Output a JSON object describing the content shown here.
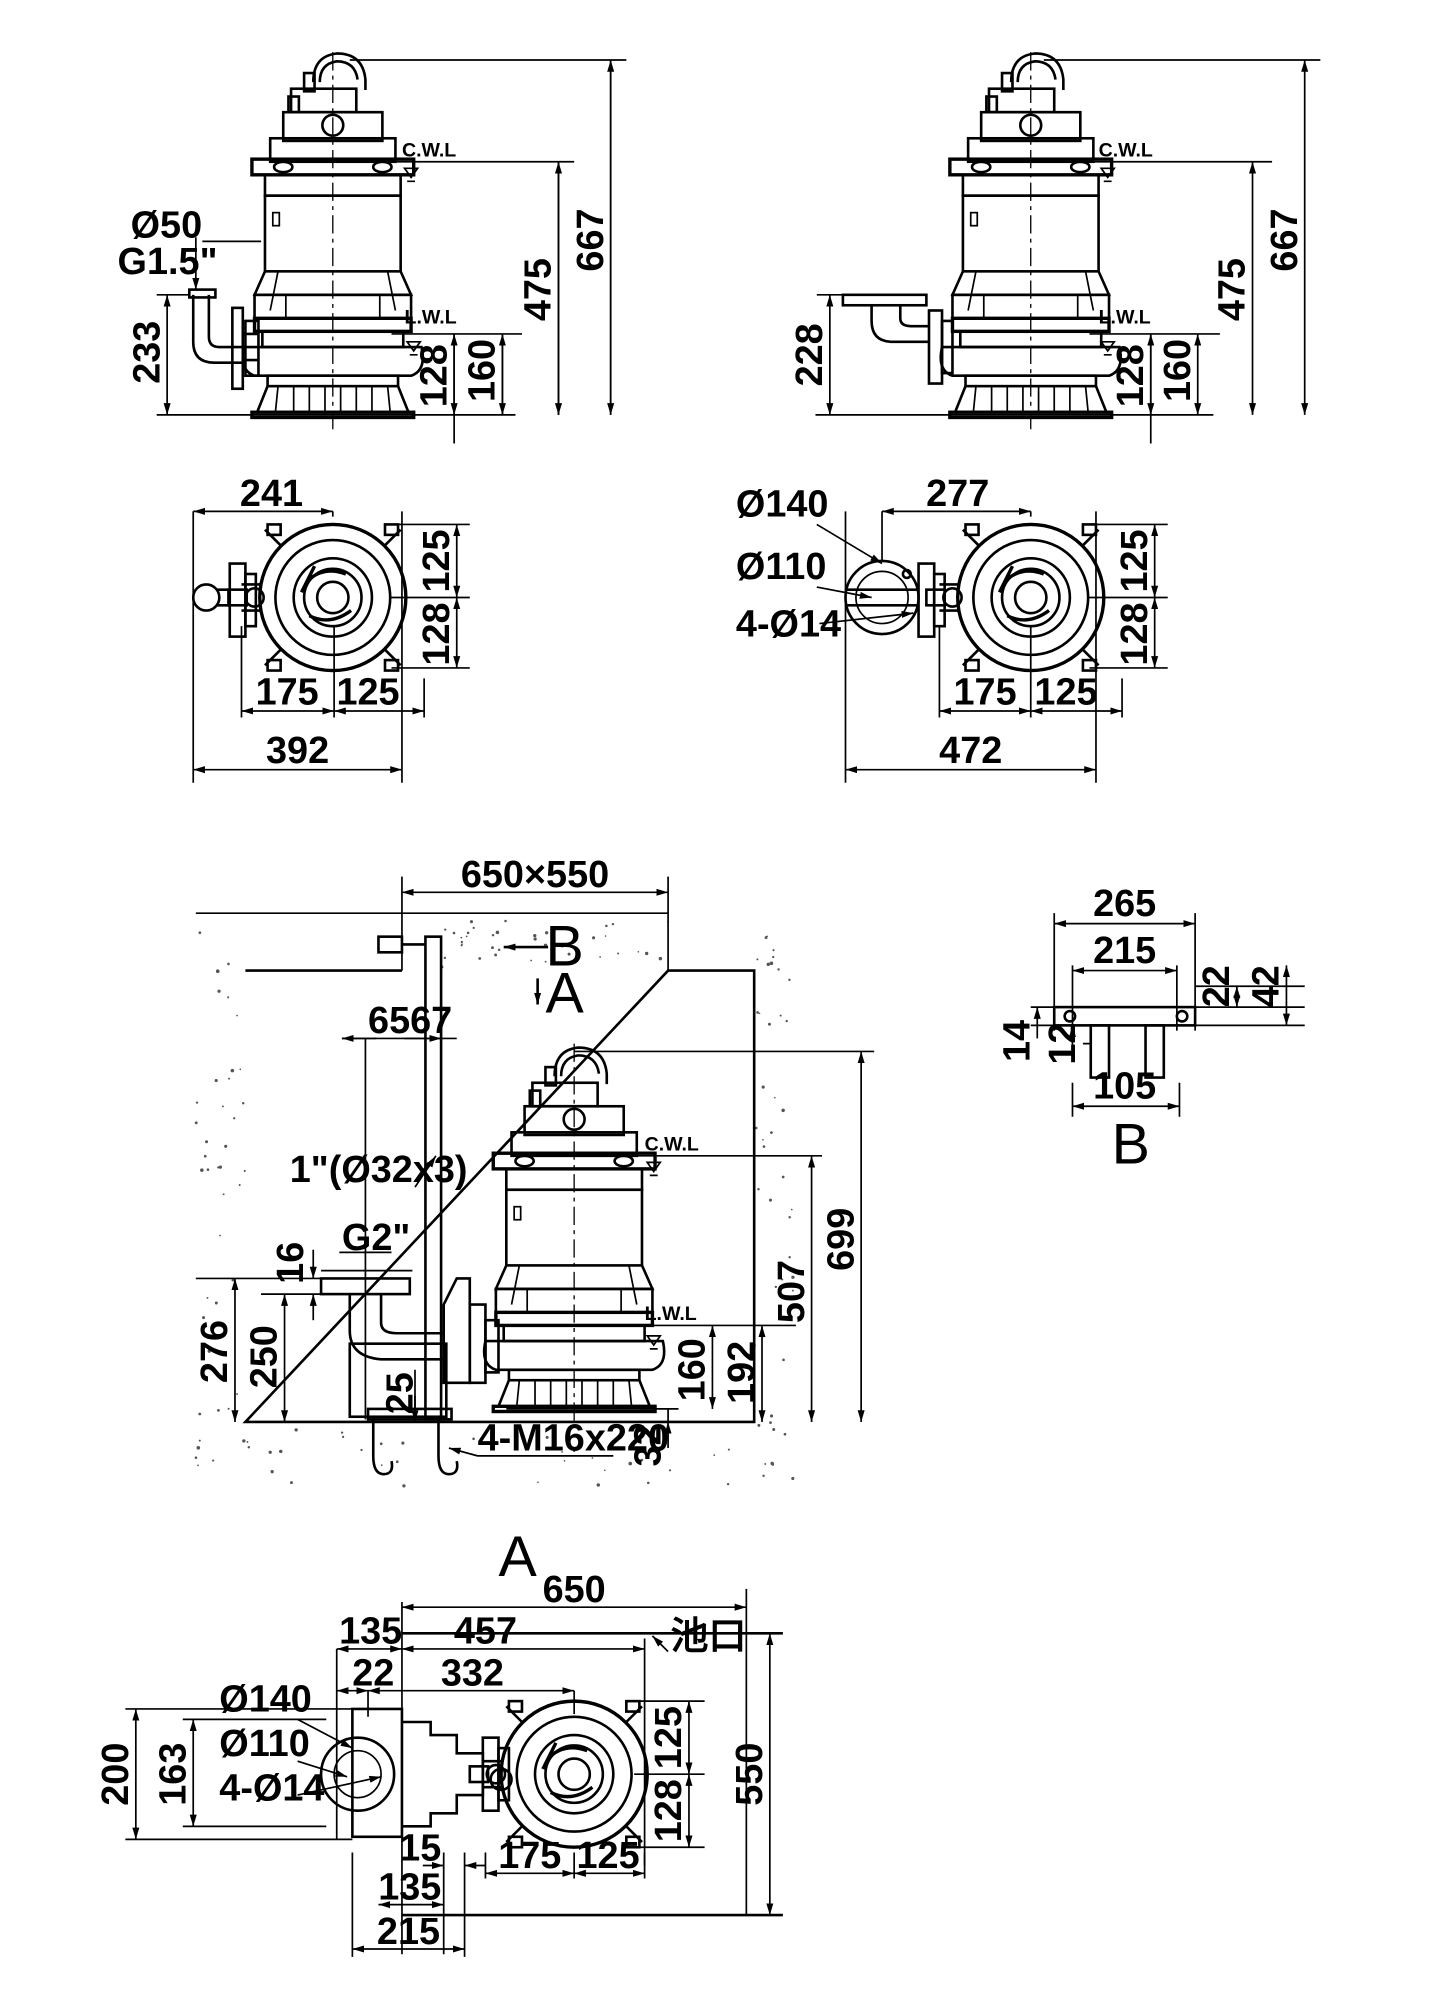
{
  "views": {
    "elevation_left": {
      "dims": {
        "d50": "Ø50",
        "g15": "G1.5\"",
        "h233": "233",
        "h475": "475",
        "h667": "667",
        "h128": "128",
        "h160": "160"
      },
      "markers": {
        "cwl": "C.W.L",
        "lwl": "L.W.L"
      }
    },
    "elevation_right": {
      "dims": {
        "h228": "228",
        "h475": "475",
        "h667": "667",
        "h128": "128",
        "h160": "160"
      },
      "markers": {
        "cwl": "C.W.L",
        "lwl": "L.W.L"
      }
    },
    "plan_left": {
      "dims": {
        "w241": "241",
        "h125": "125",
        "h128": "128",
        "w175": "175",
        "w125": "125",
        "w392": "392"
      }
    },
    "plan_right": {
      "dims": {
        "d140": "Ø140",
        "d110": "Ø110",
        "holes": "4-Ø14",
        "w277": "277",
        "h125": "125",
        "h128": "128",
        "w175": "175",
        "w125": "125",
        "w472": "472"
      }
    },
    "installation": {
      "dims": {
        "pit": "650×550",
        "sect_b": "B",
        "sect_a": "A",
        "d6567": "6567",
        "pipe": "1\"(Ø32x3)",
        "g2": "G2\"",
        "h16": "16",
        "h276": "276",
        "h250": "250",
        "h25": "25",
        "bolts": "4-M16x220",
        "h32": "32",
        "h699": "699",
        "h507": "507",
        "h192": "192",
        "h160": "160"
      },
      "markers": {
        "cwl": "C.W.L",
        "lwl": "L.W.L"
      }
    },
    "detail_b": {
      "dims": {
        "w265": "265",
        "w215": "215",
        "h22": "22",
        "h42": "42",
        "h14": "14",
        "h12": "12",
        "w105": "105"
      },
      "title": "B"
    },
    "plan_a": {
      "title": "A",
      "dims": {
        "w650": "650",
        "w135": "135",
        "w457": "457",
        "pit_edge": "池口",
        "w22": "22",
        "w332": "332",
        "d140": "Ø140",
        "d110": "Ø110",
        "holes": "4-Ø14",
        "h200": "200",
        "h163": "163",
        "h125": "125",
        "h128": "128",
        "h550": "550",
        "w15": "15",
        "w135b": "135",
        "w175": "175",
        "w125": "125",
        "w215": "215"
      }
    }
  }
}
